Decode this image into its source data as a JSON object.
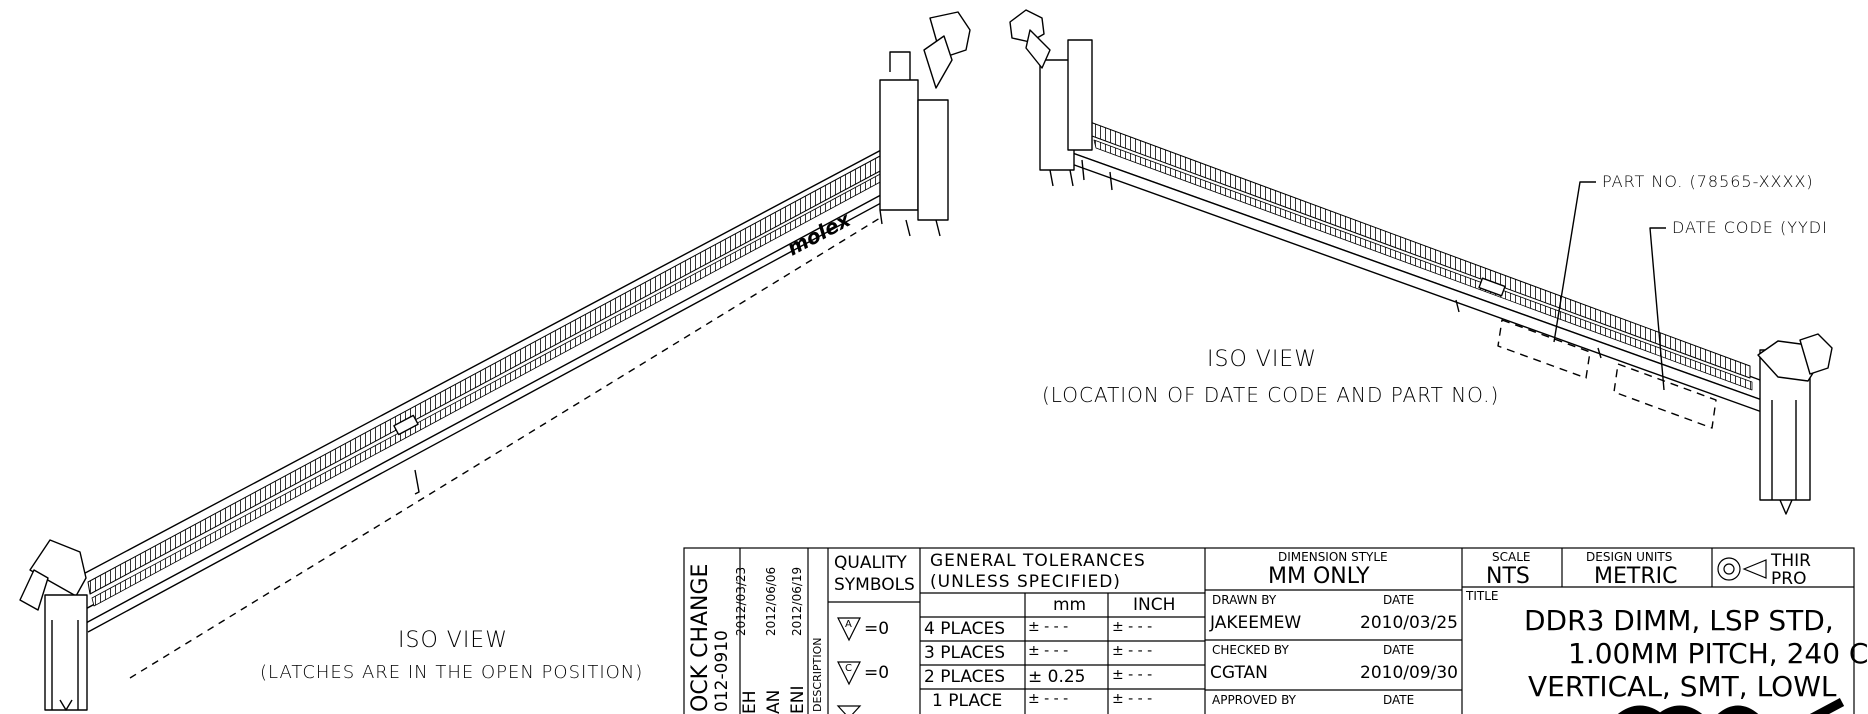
{
  "views": {
    "left_iso": {
      "title": "ISO VIEW",
      "subtitle": "(LATCHES ARE IN THE OPEN POSITION)"
    },
    "right_iso": {
      "title": "ISO VIEW",
      "subtitle": "(LOCATION OF DATE CODE AND PART NO.)"
    }
  },
  "callouts": {
    "part_no": "PART NO. (78565-XXXX)",
    "date_code": "DATE CODE (YYDI"
  },
  "brand_mark": "molex",
  "revision": {
    "change_label": "OCK CHANGE",
    "ec_number": "012-0910",
    "dates": [
      "2012/03/23",
      "2012/06/06",
      "2012/06/19"
    ],
    "initials": [
      "EH",
      "AN",
      "ENI"
    ],
    "description_header": "DESCRIPTION"
  },
  "quality": {
    "header_line1": "QUALITY",
    "header_line2": "SYMBOLS",
    "symbols": [
      {
        "letter": "A",
        "value": "=0"
      },
      {
        "letter": "C",
        "value": "=0"
      }
    ]
  },
  "tolerances": {
    "header_line1": "GENERAL TOLERANCES",
    "header_line2": "(UNLESS SPECIFIED)",
    "col_mm": "mm",
    "col_inch": "INCH",
    "rows": [
      {
        "places": "4 PLACES",
        "mm": "± - - -",
        "inch": "± - - -"
      },
      {
        "places": "3 PLACES",
        "mm": "± - - -",
        "inch": "± - - -"
      },
      {
        "places": "2 PLACES",
        "mm": "± 0.25",
        "inch": "± - - -"
      },
      {
        "places": "1 PLACE",
        "mm": "± - - -",
        "inch": "± - - -"
      }
    ]
  },
  "dimension_style": {
    "label": "DIMENSION STYLE",
    "value": "MM ONLY",
    "drawn_by_label": "DRAWN BY",
    "drawn_by": "JAKEEMEW",
    "drawn_date": "2010/03/25",
    "checked_by_label": "CHECKED BY",
    "checked_by": "CGTAN",
    "checked_date": "2010/09/30",
    "approved_by_label": "APPROVED BY",
    "date_label": "DATE"
  },
  "scale": {
    "label": "SCALE",
    "value": "NTS"
  },
  "design_units": {
    "label": "DESIGN UNITS",
    "value": "METRIC"
  },
  "projection": {
    "line1": "THIR",
    "line2": "PRO"
  },
  "title_block": {
    "label": "TITLE",
    "line1": "DDR3 DIMM, LSP STD, ",
    "line2": "1.00MM PITCH, 240 C",
    "line3": "VERTICAL, SMT, LOWL"
  }
}
